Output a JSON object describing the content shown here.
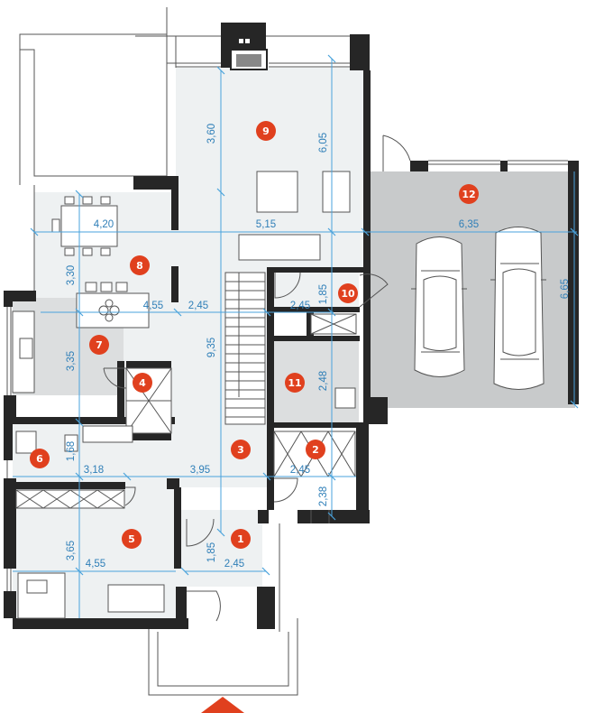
{
  "colors": {
    "accent": "#e0401e",
    "dimension": "#2f7fb8",
    "floor_light": "#eef1f2",
    "floor_medium": "#dcdedf",
    "garage": "#c8cacb",
    "wall": "#262626"
  },
  "rooms": [
    {
      "number": "1"
    },
    {
      "number": "2"
    },
    {
      "number": "3"
    },
    {
      "number": "4"
    },
    {
      "number": "5"
    },
    {
      "number": "6"
    },
    {
      "number": "7"
    },
    {
      "number": "8"
    },
    {
      "number": "9"
    },
    {
      "number": "10"
    },
    {
      "number": "11"
    },
    {
      "number": "12"
    }
  ],
  "dimensions": [
    "3,60",
    "6,05",
    "4,20",
    "5,15",
    "6,35",
    "3,30",
    "6,65",
    "4,55",
    "2,45",
    "2,45",
    "1,85",
    "3,35",
    "9,35",
    "2,48",
    "1,68",
    "3,18",
    "3,95",
    "2,45",
    "2,38",
    "3,65",
    "4,55",
    "1,85",
    "2,45"
  ],
  "icons": [
    "entrance-arrow-icon",
    "car-icon",
    "stairs-icon",
    "fireplace-icon"
  ]
}
